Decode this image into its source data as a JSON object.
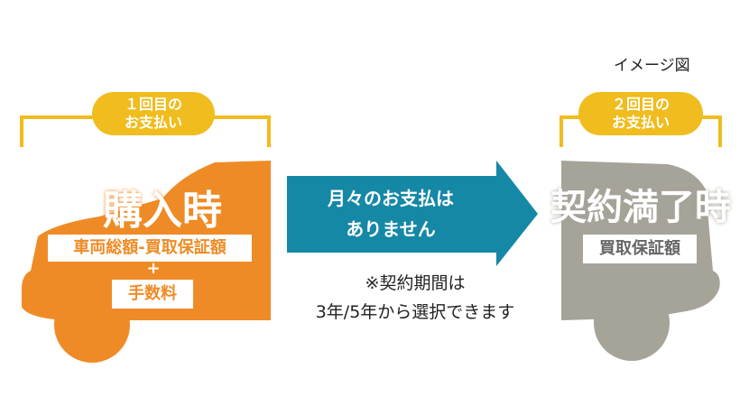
{
  "caption": "イメージ図",
  "first_payment": {
    "badge_line1": "１回目の",
    "badge_line2": "お支払い",
    "title": "購入時",
    "formula_line1": "車両総額-買取保証額",
    "plus": "+",
    "formula_line2": "手数料"
  },
  "middle": {
    "arrow_line1": "月々のお支払は",
    "arrow_line2": "ありません",
    "note_line1": "※契約期間は",
    "note_line2": "3年/5年から選択できます"
  },
  "second_payment": {
    "badge_line1": "２回目の",
    "badge_line2": "お支払い",
    "title": "契約満了時",
    "formula": "買取保証額"
  },
  "colors": {
    "orange": "#EF8B26",
    "yellow": "#F0BC1E",
    "gray": "#A6A399",
    "teal": "#1588A6"
  }
}
